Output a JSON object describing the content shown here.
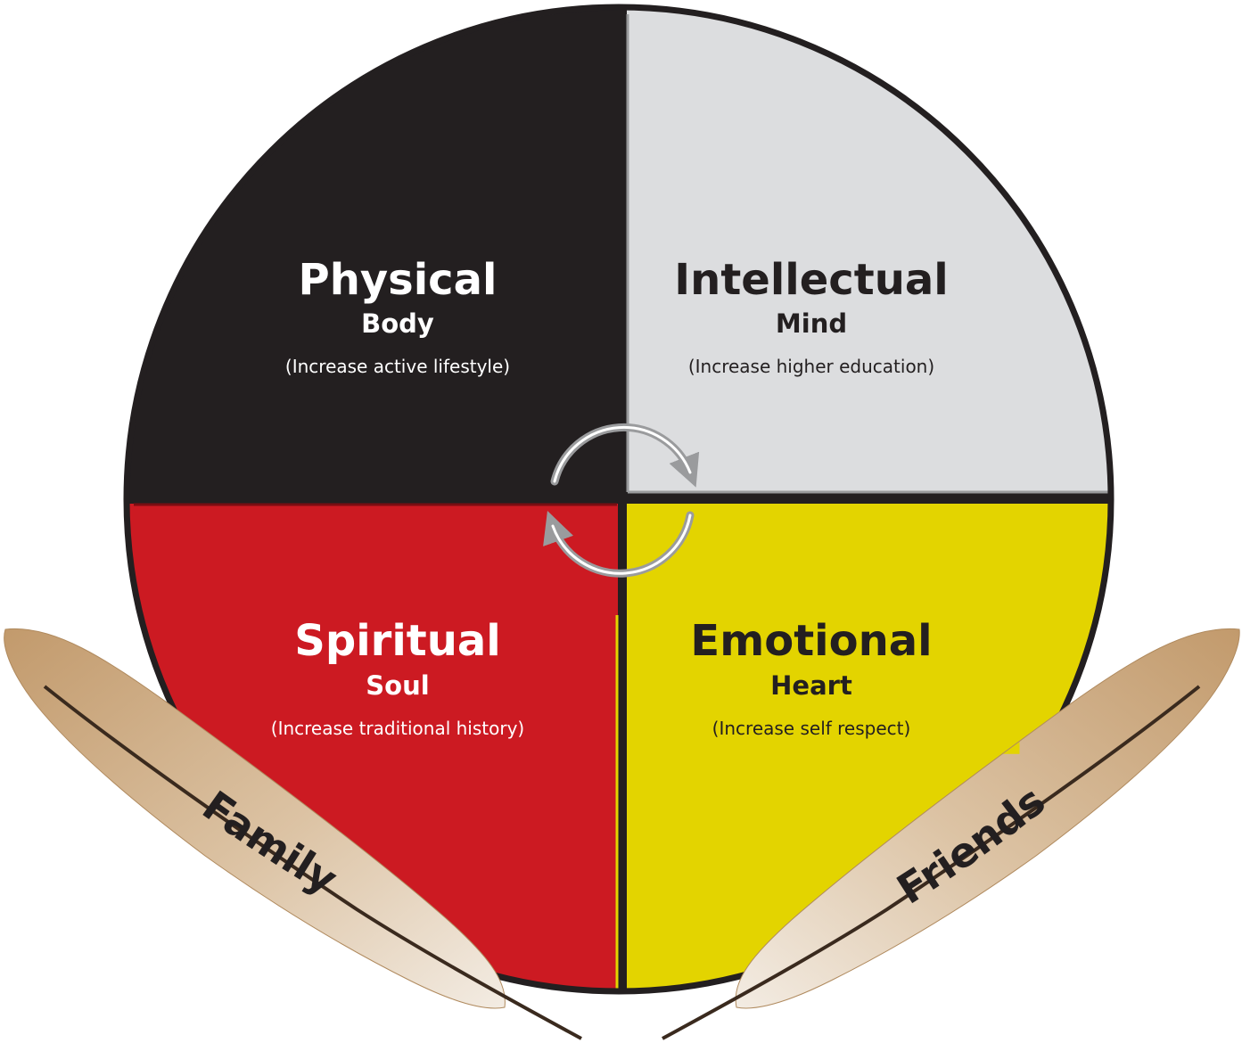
{
  "quadrants": {
    "physical": {
      "title": "Physical",
      "subtitle": "Body",
      "note": "(Increase active lifestyle)",
      "color": "#231f20",
      "text_color": "#ffffff"
    },
    "intellectual": {
      "title": "Intellectual",
      "subtitle": "Mind",
      "note": "(Increase higher education)",
      "color": "#dcdddf",
      "text_color": "#231f20"
    },
    "spiritual": {
      "title": "Spiritual",
      "subtitle": "Soul",
      "note": "(Increase traditional history)",
      "color": "#cc1a22",
      "text_color": "#ffffff"
    },
    "emotional": {
      "title": "Emotional",
      "subtitle": "Heart",
      "note": "(Increase self respect)",
      "color": "#e3d400",
      "text_color": "#231f20"
    }
  },
  "feathers": {
    "left": {
      "label": "Family",
      "color": "#c9a47a"
    },
    "right": {
      "label": "Friends",
      "color": "#c9a47a"
    }
  },
  "cycle_arrows": {
    "color": "#9a9b9d"
  }
}
